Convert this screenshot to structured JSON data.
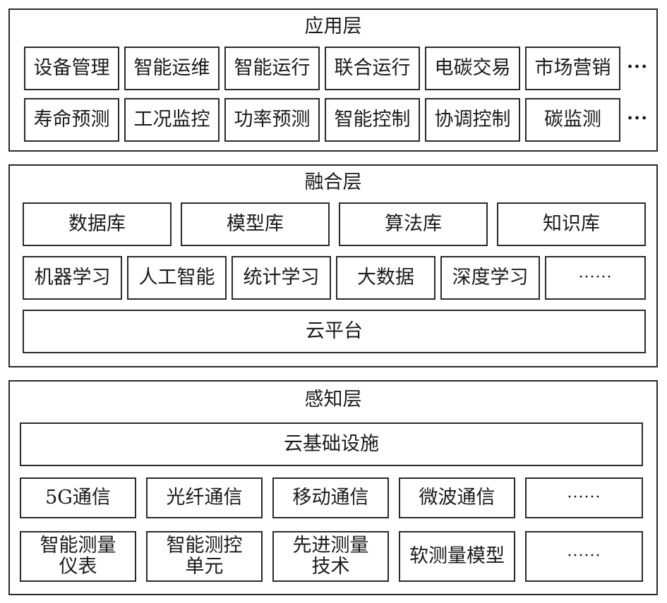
{
  "application_layer": {
    "title": "应用层",
    "row1": [
      "设备管理",
      "智能运维",
      "智能运行",
      "联合运行",
      "电碳交易",
      "市场营销"
    ],
    "row1_more": "···",
    "row2": [
      "寿命预测",
      "工况监控",
      "功率预测",
      "智能控制",
      "协调控制",
      "碳监测"
    ],
    "row2_more": "···"
  },
  "fusion_layer": {
    "title": "融合层",
    "libraries": [
      "数据库",
      "模型库",
      "算法库",
      "知识库"
    ],
    "methods": [
      "机器学习",
      "人工智能",
      "统计学习",
      "大数据",
      "深度学习",
      "······"
    ],
    "platform": "云平台"
  },
  "perception_layer": {
    "title": "感知层",
    "infrastructure": "云基础设施",
    "communication": [
      "5G通信",
      "光纤通信",
      "移动通信",
      "微波通信",
      "······"
    ],
    "measurement": {
      "m1_line1": "智能测量",
      "m1_line2": "仪表",
      "m2_line1": "智能测控",
      "m2_line2": "单元",
      "m3_line1": "先进测量",
      "m3_line2": "技术",
      "m4": "软测量模型",
      "m5": "······"
    }
  }
}
